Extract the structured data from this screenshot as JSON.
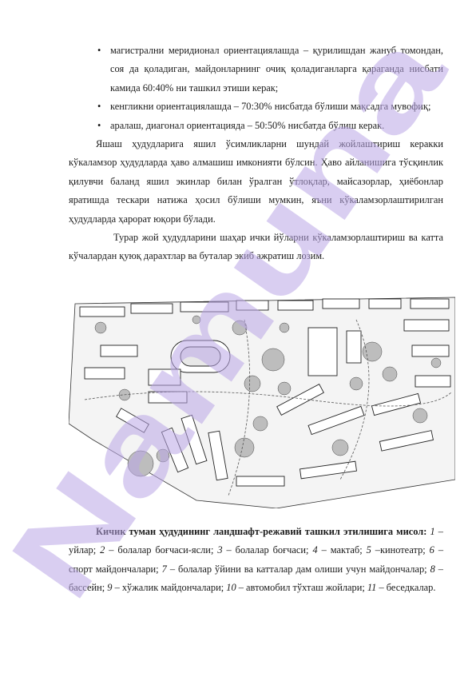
{
  "bullets": [
    "магистрални меридионал ориентациялашда – қурилишдан жануб томондан, соя да қоладиган, майдонларнинг очиқ қоладиганларга қараганда нисбати камида 60:40% ни ташкил этиши керак;",
    "кенгликни ориентациялашда – 70:30% нисбатда бўлиши мақсадга мувофиқ;",
    "аралаш, диагонал ориентацияда – 50:50% нисбатда бўлиш керак."
  ],
  "paragraph1": "Яшаш ҳудудларига яшил ўсимликларни шундай жойлаштириш керакки кўкаламзор ҳудудларда ҳаво алмашиш имконияти бўлсин. Ҳаво айланишига тўсқинлик қилувчи баланд яшил экинлар билан ўралган ўтлоқлар, майсазорлар, ҳиёбонлар яратишда тескари натижа ҳосил бўлиши мумкин, яъни кўкаламзорлаштирилган ҳудудларда ҳарорат юқори бўлади.",
  "paragraph2": "Турар жой ҳудудларини шаҳар ички йўларни кўкаламзорлаштириш ва катта кўчалардан қуюқ дарахтлар ва буталар экиб ажратиш лозим.",
  "caption": {
    "title": "Кичик туман ҳудудининг ландшафт-режавий ташкил этилишига мисол:",
    "items": [
      {
        "n": "1",
        "t": " – уйлар; "
      },
      {
        "n": "2",
        "t": " – болалар боғчаси-ясли; "
      },
      {
        "n": "3",
        "t": " – болалар боғчаси; "
      },
      {
        "n": "4",
        "t": " – мактаб; "
      },
      {
        "n": "5",
        "t": " –кинотеатр; "
      },
      {
        "n": "6",
        "t": " –спорт майдончалари; "
      },
      {
        "n": "7",
        "t": " – болалар ўйини ва катталар дам олиши учун майдончалар; "
      },
      {
        "n": "8",
        "t": " – бассейн; "
      },
      {
        "n": "9",
        "t": " – хўжалик майдончалари; "
      },
      {
        "n": "10",
        "t": " – автомобил тўхташ жойлари; "
      },
      {
        "n": "11",
        "t": " – беседкалар."
      }
    ]
  },
  "watermark": {
    "text": "Namuna",
    "color": "#b9a6e6"
  }
}
